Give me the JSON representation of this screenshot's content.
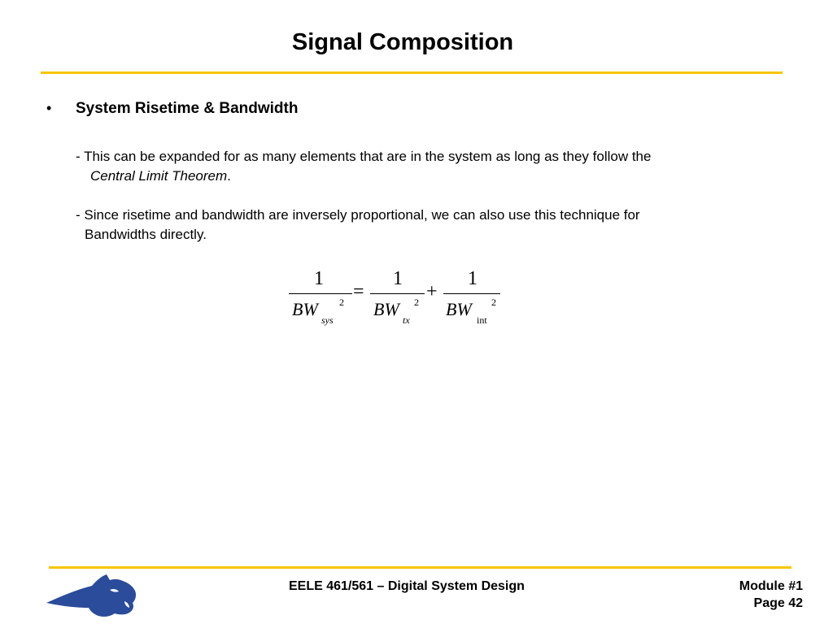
{
  "slide": {
    "title": "Signal Composition",
    "bullet_symbol": "•",
    "bullet_heading": "System Risetime & Bandwidth",
    "paragraph1_line1": "- This can be expanded for as many elements that are in the system as long as they follow the",
    "paragraph1_line2_italic": "Central Limit Theorem",
    "paragraph1_line2_end": ".",
    "paragraph2_line1": "- Since risetime and bandwidth are inversely proportional, we can also use this technique for",
    "paragraph2_line2": "Bandwidths directly."
  },
  "equation": {
    "numerator": "1",
    "symbol": "BW",
    "exponent": "2",
    "sub_sys": "sys",
    "sub_tx": "tx",
    "sub_int": "int",
    "equals": "=",
    "plus": "+"
  },
  "footer": {
    "course": "EELE 461/561 – Digital System Design",
    "module": "Module #1",
    "page": "Page 42"
  },
  "colors": {
    "accent_rule": "#F7C600",
    "logo_blue": "#2B4C9B"
  }
}
